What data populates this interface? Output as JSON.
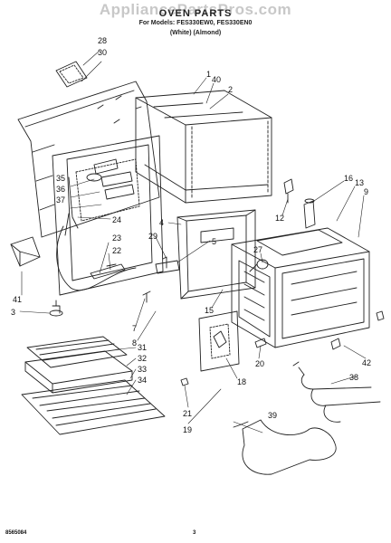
{
  "header": {
    "watermark": "AppliancePartsPros.com",
    "title": "OVEN PARTS",
    "models": "For Models: FES330EW0, FES330EN0",
    "colors": "(White)    (Almond)"
  },
  "footer": {
    "part_number": "8565084",
    "page": "3"
  },
  "callouts": [
    "28",
    "30",
    "1",
    "40",
    "2",
    "35",
    "36",
    "37",
    "24",
    "16",
    "13",
    "9",
    "4",
    "12",
    "29",
    "5",
    "23",
    "22",
    "27",
    "41",
    "3",
    "7",
    "8",
    "15",
    "31",
    "32",
    "33",
    "34",
    "42",
    "20",
    "38",
    "18",
    "21",
    "19",
    "39"
  ],
  "colors": {
    "line": "#222222",
    "background": "#ffffff",
    "watermark": "#c8c8c8"
  }
}
